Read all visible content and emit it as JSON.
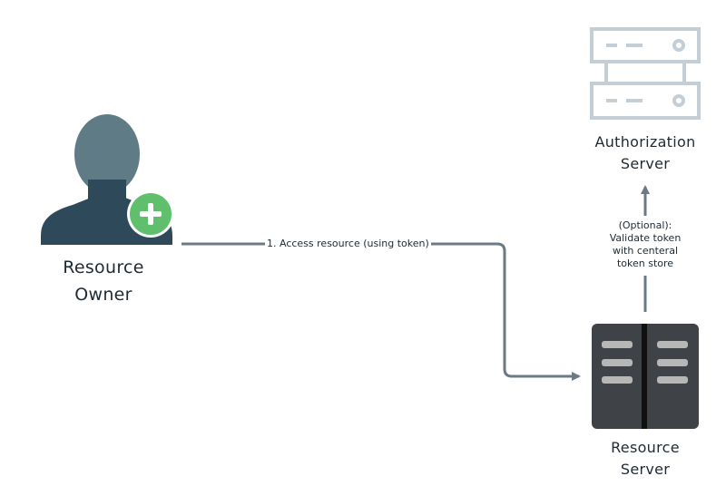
{
  "nodes": {
    "resource_owner": {
      "label_lines": [
        "Resource",
        "Owner"
      ]
    },
    "authorization_server": {
      "label_lines": [
        "Authorization",
        "Server"
      ]
    },
    "resource_server": {
      "label_lines": [
        "Resource",
        "Server"
      ]
    }
  },
  "edges": {
    "access_resource": {
      "label": "1. Access resource (using token)"
    },
    "validate_token": {
      "label_lines": [
        "(Optional):",
        "Validate token",
        "with centeral",
        "token store"
      ]
    }
  },
  "colors": {
    "person": "#5e7b86",
    "person_dark": "#2e4a5a",
    "plus_badge": "#5fbf6d",
    "arrow": "#6b7b86",
    "auth_server_outline": "#c3ced6",
    "resource_server_body": "#3f4247",
    "resource_server_slot": "#b7b7b7",
    "text": "#1f2a33"
  },
  "icons": {
    "resource_owner": "user-add-icon",
    "authorization_server": "server-rack-icon",
    "resource_server": "server-cabinet-icon"
  }
}
